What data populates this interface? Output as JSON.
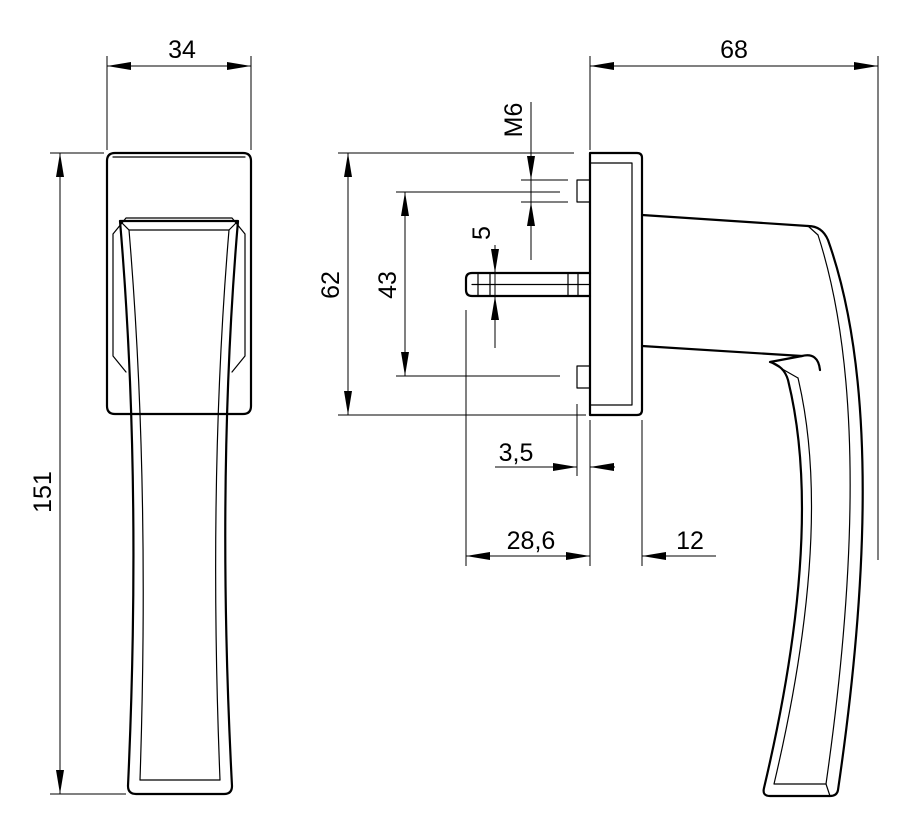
{
  "dimensions": {
    "front_width": "34",
    "front_height": "151",
    "side_depth": "68",
    "thread": "M6",
    "base_height": "62",
    "screw_spacing": "43",
    "spindle_size": "5",
    "base_offset": "3,5",
    "spindle_length": "28,6",
    "base_thickness": "12"
  }
}
